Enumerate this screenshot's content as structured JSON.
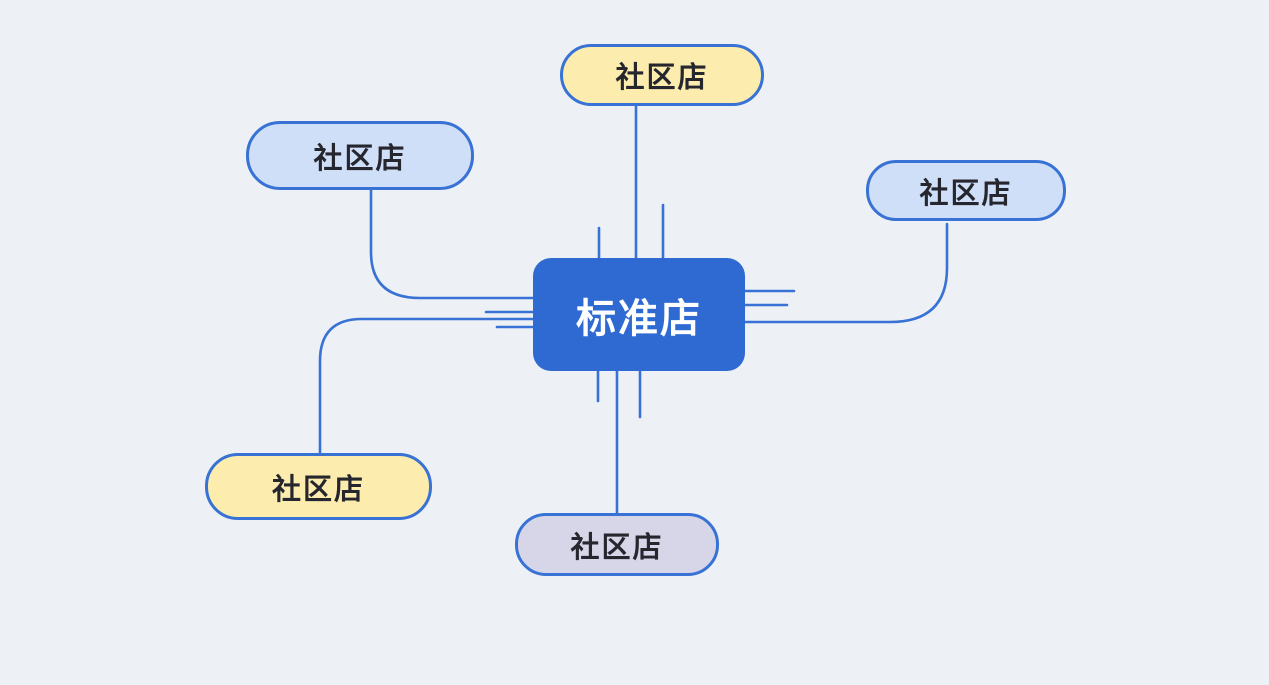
{
  "background_color": "#edf1f6",
  "diagram": {
    "line_color": "#3872d4",
    "border_color": "#3872d4",
    "center_node": {
      "label": "标准店",
      "fill": "#2e6ad2",
      "text_color": "#ffffff"
    },
    "satellites": [
      {
        "position": "top",
        "label": "社区店",
        "fill": "#fcedae"
      },
      {
        "position": "upper-left",
        "label": "社区店",
        "fill": "#cfdff7"
      },
      {
        "position": "right",
        "label": "社区店",
        "fill": "#cfdff7"
      },
      {
        "position": "lower-left",
        "label": "社区店",
        "fill": "#fcedae"
      },
      {
        "position": "bottom",
        "label": "社区店",
        "fill": "#d7d6e8"
      }
    ]
  }
}
